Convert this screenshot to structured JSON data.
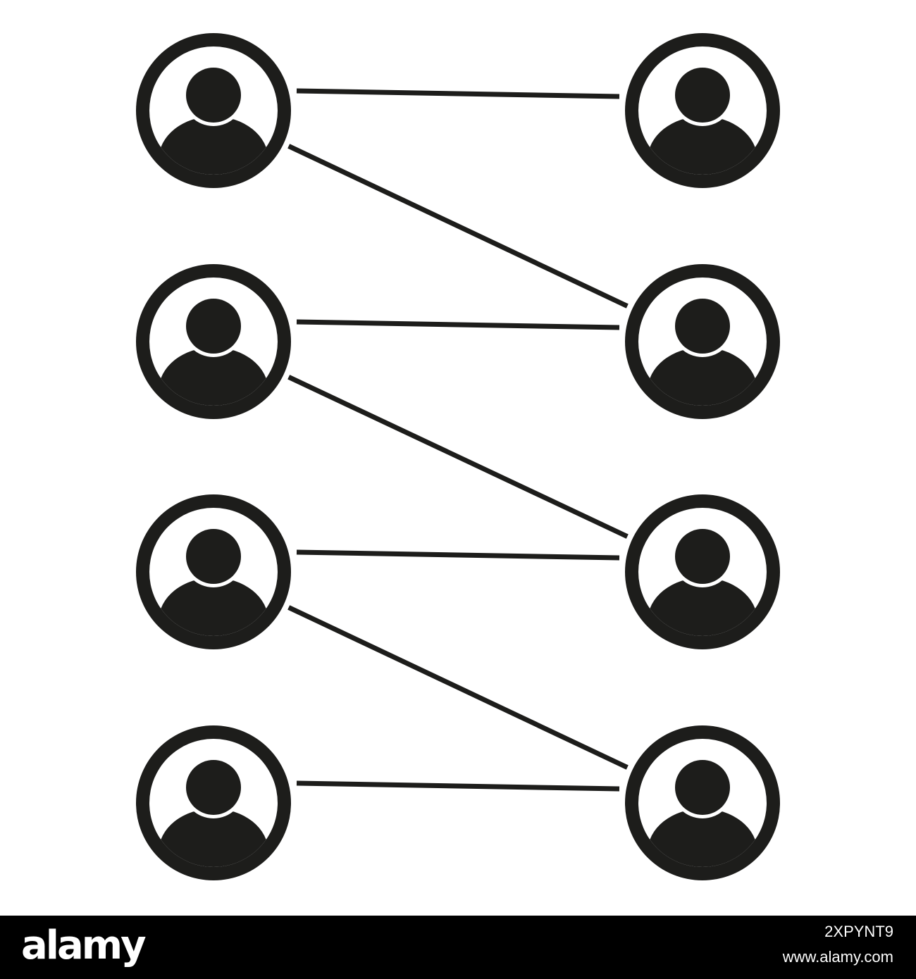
{
  "diagram": {
    "colors": {
      "ink": "#1d1d1b",
      "background": "#ffffff"
    },
    "node_icon": "user-avatar-icon",
    "left_column": [
      "user-1",
      "user-2",
      "user-3",
      "user-4"
    ],
    "right_column": [
      "user-5",
      "user-6",
      "user-7",
      "user-8"
    ],
    "connections": [
      {
        "from": "user-1",
        "to": "user-5"
      },
      {
        "from": "user-1",
        "to": "user-6"
      },
      {
        "from": "user-2",
        "to": "user-6"
      },
      {
        "from": "user-2",
        "to": "user-7"
      },
      {
        "from": "user-3",
        "to": "user-7"
      },
      {
        "from": "user-3",
        "to": "user-8"
      },
      {
        "from": "user-4",
        "to": "user-8"
      }
    ]
  },
  "footer": {
    "logo_text": "alamy",
    "image_id": "2XPYNT9",
    "site": "www.alamy.com",
    "background": "#000000"
  }
}
